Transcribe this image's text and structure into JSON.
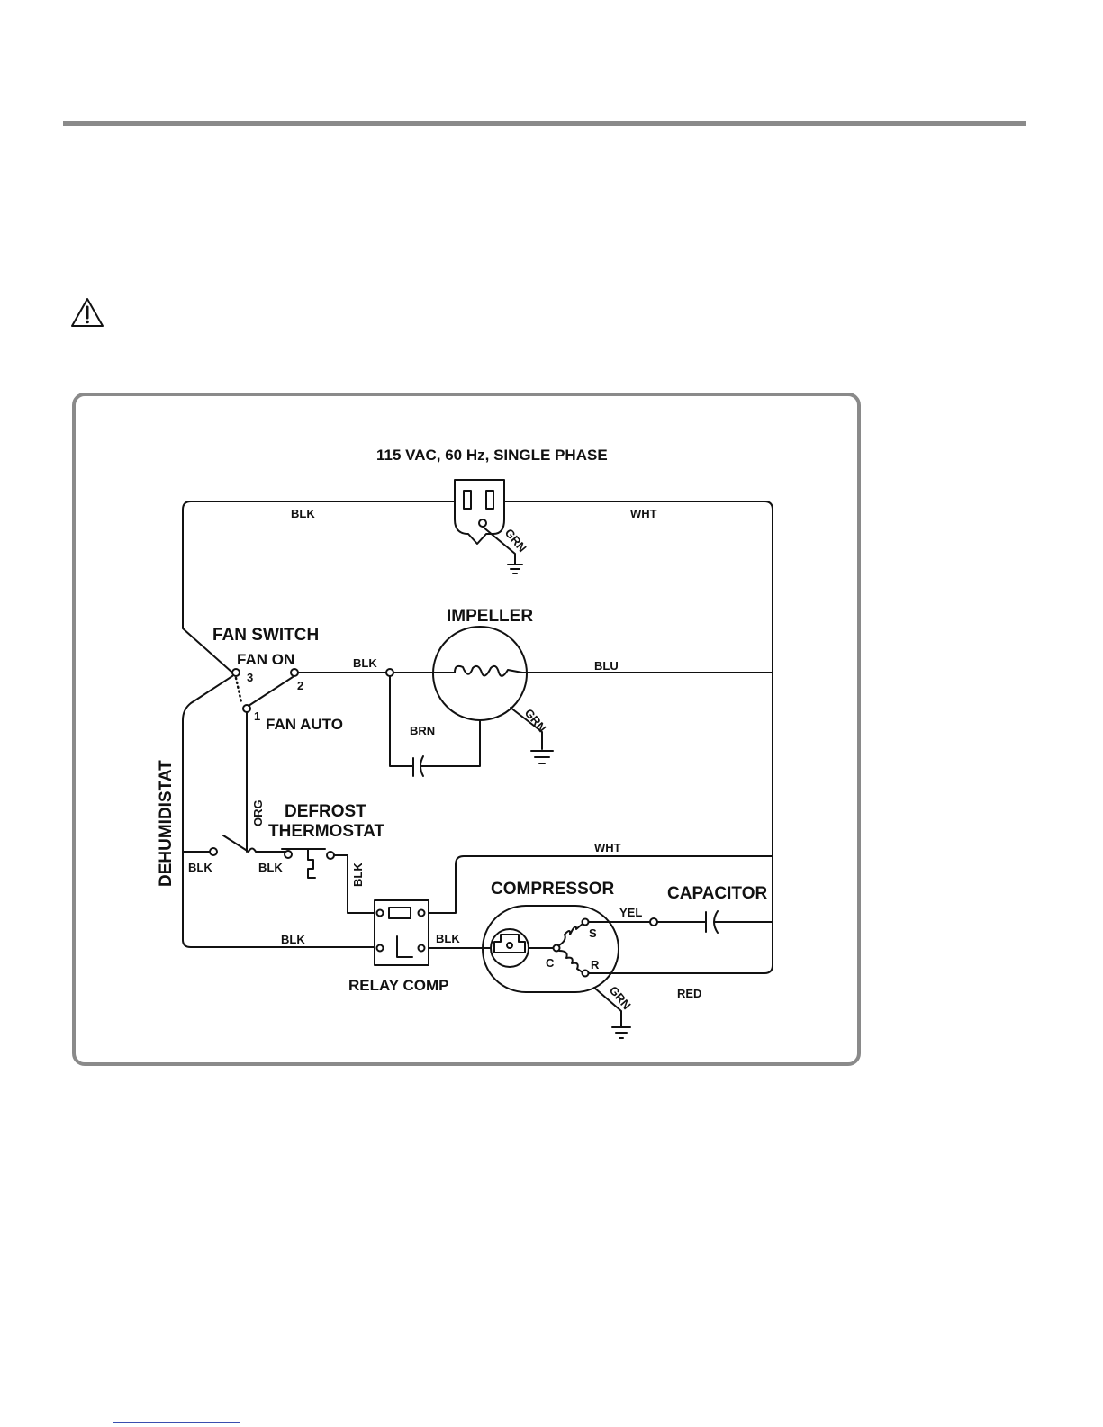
{
  "diagram": {
    "supply": "115 VAC, 60 Hz, SINGLE PHASE",
    "components": {
      "fan_switch": "FAN SWITCH",
      "fan_on": "FAN ON",
      "fan_auto": "FAN AUTO",
      "impeller": "IMPELLER",
      "dehumidistat": "DEHUMIDISTAT",
      "defrost_thermostat_1": "DEFROST",
      "defrost_thermostat_2": "THERMOSTAT",
      "compressor": "COMPRESSOR",
      "capacitor": "CAPACITOR",
      "relay_comp": "RELAY COMP"
    },
    "terminals": {
      "t1": "1",
      "t2": "2",
      "t3": "3",
      "c": "C",
      "s": "S",
      "r": "R"
    },
    "wires": {
      "blk_top": "BLK",
      "wht_top": "WHT",
      "grn_plug": "GRN",
      "blk_fan": "BLK",
      "blu": "BLU",
      "grn_impeller": "GRN",
      "brn": "BRN",
      "org": "ORG",
      "blk_dehum": "BLK",
      "blk_defrost": "BLK",
      "blk_relay_in": "BLK",
      "wht_mid": "WHT",
      "blk_bottom": "BLK",
      "blk_relay_out": "BLK",
      "yel": "YEL",
      "red": "RED",
      "grn_compressor": "GRN"
    }
  }
}
